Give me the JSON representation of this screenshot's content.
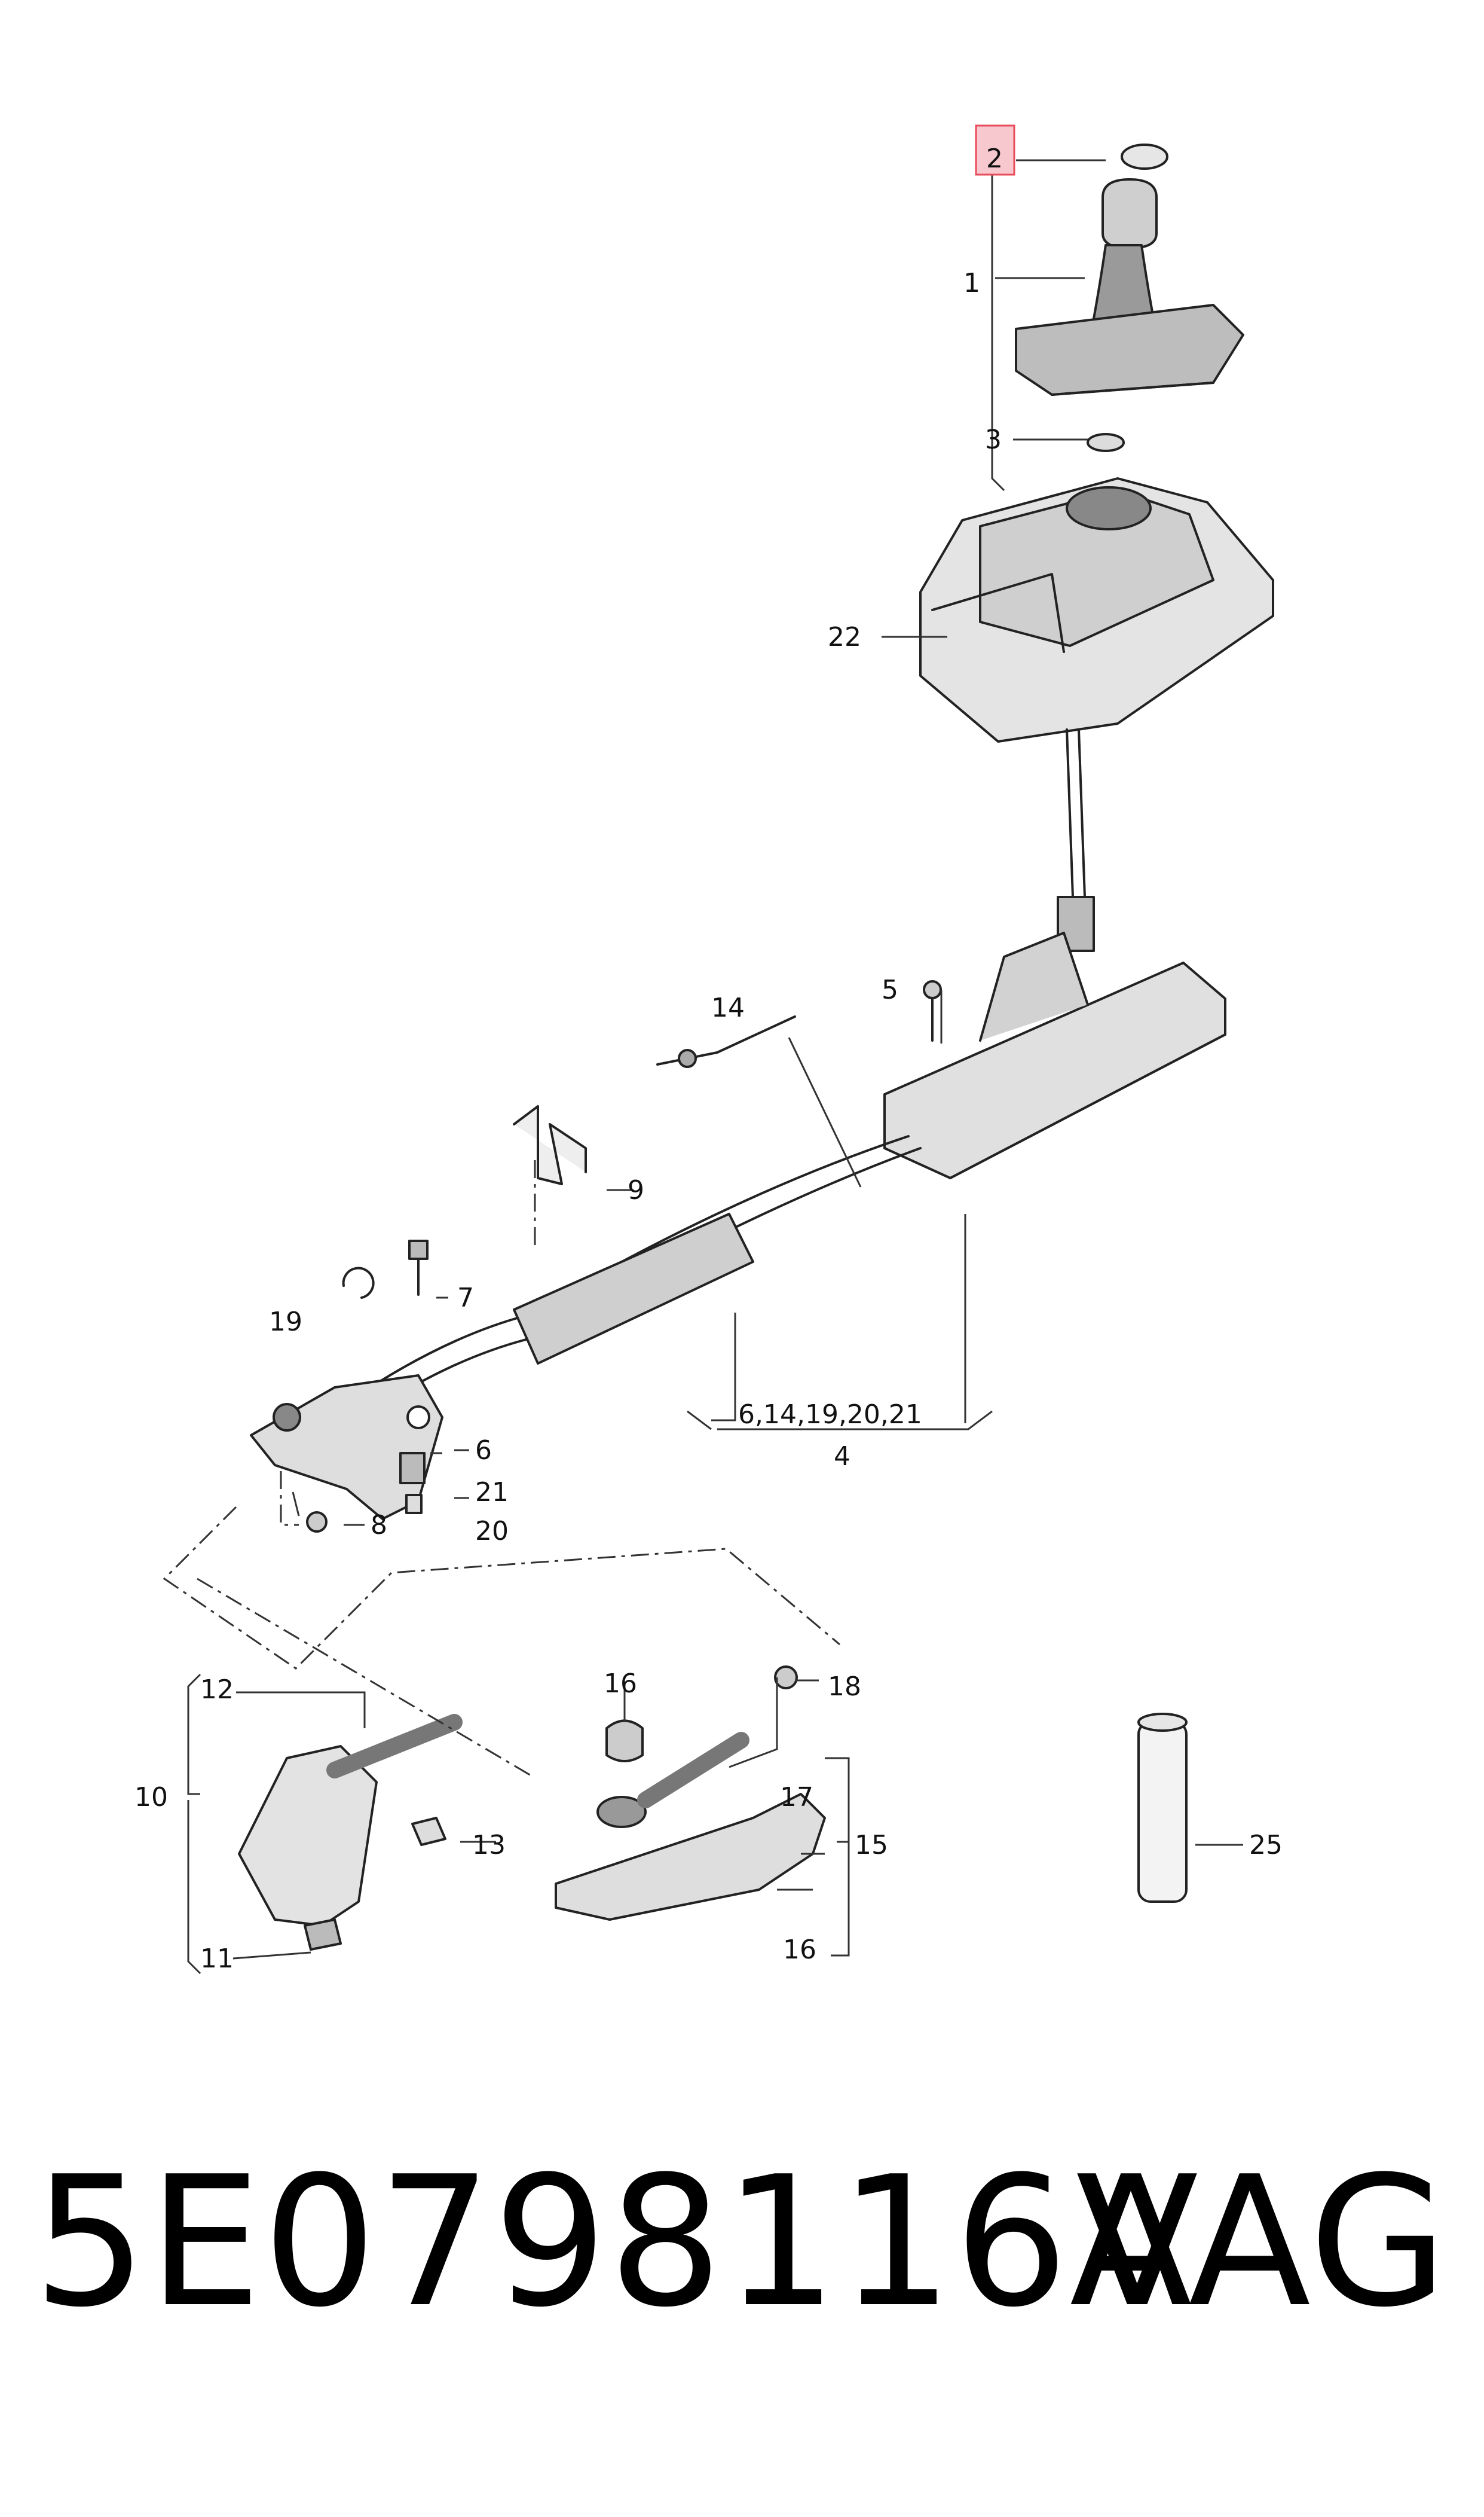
{
  "callouts": {
    "c1": "1",
    "c2": "2",
    "c3": "3",
    "c4": "4",
    "c4group": "6,14,19,20,21",
    "c5": "5",
    "c6": "6",
    "c7": "7",
    "c8": "8",
    "c9": "9",
    "c10": "10",
    "c11": "11",
    "c12": "12",
    "c13": "13",
    "c14": "14",
    "c15": "15",
    "c16a": "16",
    "c16b": "16",
    "c17": "17",
    "c18": "18",
    "c19": "19",
    "c20": "20",
    "c21": "21",
    "c22": "22",
    "c25": "25"
  },
  "highlight": {
    "callout": "2",
    "color": "#e84b5a"
  },
  "footer": {
    "part_number": "5E0798116A",
    "brand": "VAG"
  },
  "colors": {
    "line": "#222222",
    "fill": "#ffffff",
    "shade": "#d9d9d9",
    "dark": "#555555"
  }
}
